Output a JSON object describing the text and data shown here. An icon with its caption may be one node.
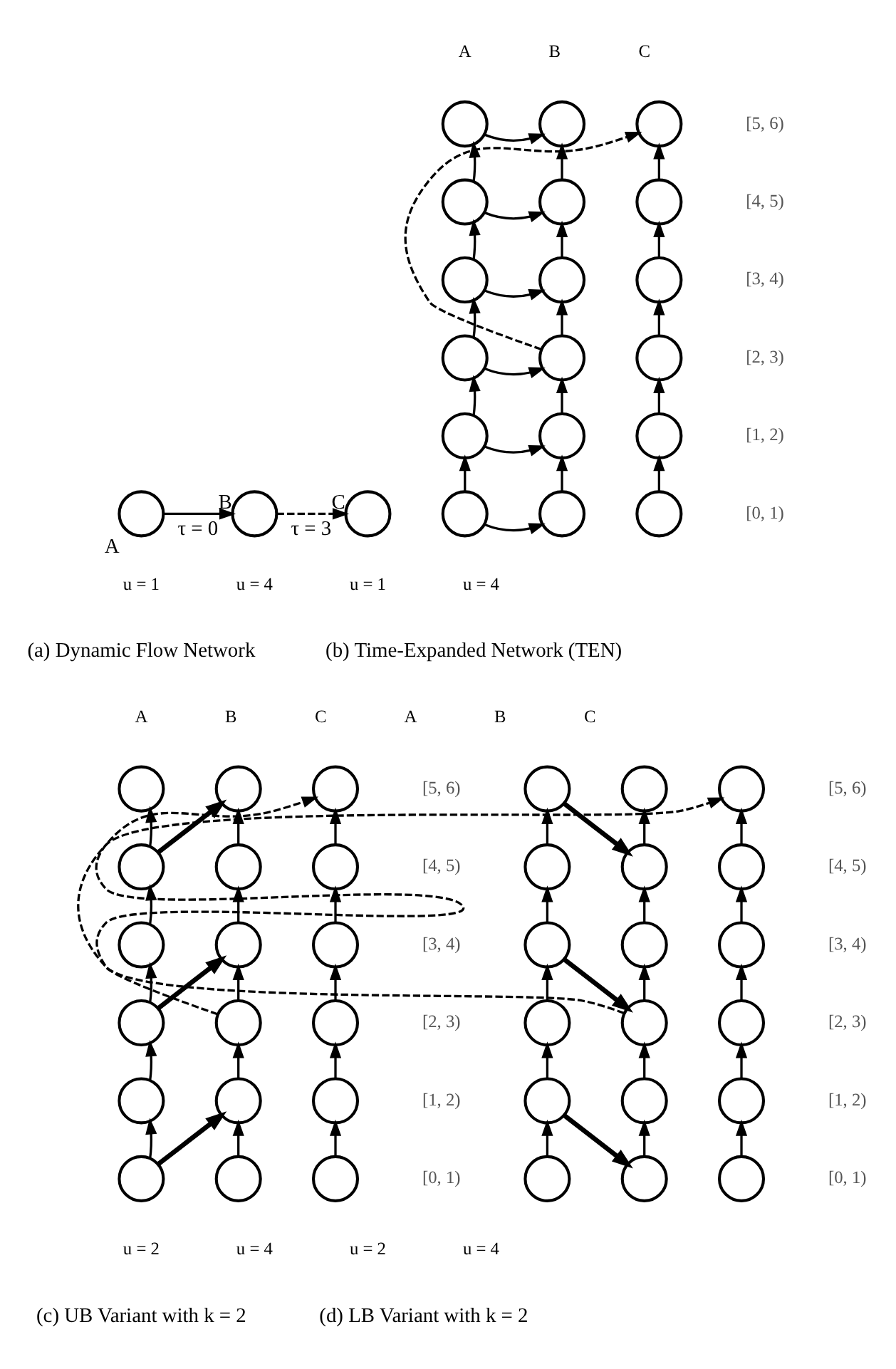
{
  "diagram": {
    "nodes": [
      {
        "text": [
          "A"
        ]
      },
      {
        "text": [
          "B"
        ]
      },
      {
        "text": [
          "C"
        ]
      },
      {
        "text": [],
        "shape": "circle"
      },
      {
        "text": [],
        "shape": "circle"
      },
      {
        "text": [],
        "shape": "circle",
        "beside": [
          "[5, 6)"
        ]
      },
      {
        "text": [],
        "shape": "circle"
      },
      {
        "text": [],
        "shape": "circle"
      },
      {
        "text": [],
        "shape": "circle",
        "beside": [
          "[4, 5)"
        ]
      },
      {
        "text": [],
        "shape": "circle"
      },
      {
        "text": [],
        "shape": "circle"
      },
      {
        "text": [],
        "shape": "circle",
        "beside": [
          "[3, 4)"
        ]
      },
      {
        "text": [],
        "shape": "circle"
      },
      {
        "text": [],
        "shape": "circle"
      },
      {
        "text": [],
        "shape": "circle",
        "beside": [
          "[2, 3)"
        ]
      },
      {
        "text": [],
        "shape": "circle"
      },
      {
        "text": [],
        "shape": "circle"
      },
      {
        "text": [],
        "shape": "circle",
        "beside": [
          "[1, 2)"
        ]
      },
      {
        "text": [],
        "shape": "circle"
      },
      {
        "text": [],
        "shape": "circle"
      },
      {
        "text": [],
        "shape": "circle",
        "beside": [
          "[0, 1)"
        ]
      },
      {
        "text": [],
        "shape": "circle"
      },
      {
        "text": [],
        "shape": "circle"
      },
      {
        "text": [],
        "shape": "circle",
        "beside": [
          "[5, 6)"
        ]
      },
      {
        "text": [],
        "shape": "circle"
      },
      {
        "text": [],
        "shape": "circle"
      },
      {
        "text": [],
        "shape": "circle",
        "beside": [
          "[4, 5)"
        ]
      },
      {
        "text": [],
        "shape": "circle"
      },
      {
        "text": [],
        "shape": "circle"
      },
      {
        "text": [],
        "shape": "circle",
        "beside": [
          "[3, 4)"
        ]
      },
      {
        "text": [],
        "shape": "circle"
      },
      {
        "text": [],
        "shape": "circle"
      },
      {
        "text": [],
        "shape": "circle",
        "beside": [
          "[2, 3)"
        ]
      },
      {
        "text": [],
        "shape": "circle"
      },
      {
        "text": [],
        "shape": "circle"
      },
      {
        "text": [],
        "shape": "circle",
        "beside": [
          "[1, 2)"
        ]
      },
      {
        "text": [],
        "shape": "circle"
      },
      {
        "text": [],
        "shape": "circle"
      },
      {
        "text": [],
        "shape": "circle",
        "beside": [
          "[0, 1)"
        ]
      },
      {
        "text": [],
        "shape": "circle"
      },
      {
        "text": [],
        "shape": "circle"
      },
      {
        "text": [],
        "shape": "circle",
        "beside": [
          "[5, 6)"
        ]
      },
      {
        "text": [],
        "shape": "circle"
      },
      {
        "text": [],
        "shape": "circle"
      },
      {
        "text": [],
        "shape": "circle",
        "beside": [
          "[4, 5)"
        ]
      },
      {
        "text": [],
        "shape": "circle"
      },
      {
        "text": [],
        "shape": "circle"
      },
      {
        "text": [],
        "shape": "circle",
        "beside": [
          "[3, 4)"
        ]
      },
      {
        "text": [],
        "shape": "circle"
      },
      {
        "text": [],
        "shape": "circle"
      },
      {
        "text": [],
        "shape": "circle",
        "beside": [
          "[2, 3)"
        ]
      },
      {
        "text": [],
        "shape": "circle"
      },
      {
        "text": [],
        "shape": "circle"
      },
      {
        "text": [],
        "shape": "circle",
        "beside": [
          "[1, 2)"
        ]
      },
      {
        "text": [],
        "shape": "circle"
      },
      {
        "text": [],
        "shape": "circle"
      },
      {
        "text": [],
        "shape": "circle",
        "beside": [
          "[0, 1)"
        ]
      }
    ],
    "edges": [
      {
        "from": 0,
        "to": 1,
        "arrow": "to",
        "label": "τ = 0"
      },
      {
        "from": 1,
        "to": 2,
        "arrow": "to",
        "label": "τ = 3",
        "style": "dashed"
      },
      {
        "from": 18,
        "to": 15,
        "arrow": "to"
      },
      {
        "from": 15,
        "to": 12,
        "arrow": "to"
      },
      {
        "from": 12,
        "to": 9,
        "arrow": "to"
      },
      {
        "from": 9,
        "to": 6,
        "arrow": "to"
      },
      {
        "from": 6,
        "to": 3,
        "arrow": "to"
      },
      {
        "from": 19,
        "to": 16,
        "arrow": "to"
      },
      {
        "from": 16,
        "to": 13,
        "arrow": "to"
      },
      {
        "from": 13,
        "to": 10,
        "arrow": "to"
      },
      {
        "from": 10,
        "to": 7,
        "arrow": "to"
      },
      {
        "from": 7,
        "to": 4,
        "arrow": "to"
      },
      {
        "from": 20,
        "to": 17,
        "arrow": "to"
      },
      {
        "from": 17,
        "to": 14,
        "arrow": "to"
      },
      {
        "from": 14,
        "to": 11,
        "arrow": "to"
      },
      {
        "from": 11,
        "to": 8,
        "arrow": "to"
      },
      {
        "from": 8,
        "to": 5,
        "arrow": "to"
      },
      {
        "from": 18,
        "to": 19,
        "arrow": "to"
      },
      {
        "from": 15,
        "to": 16,
        "arrow": "to"
      },
      {
        "from": 12,
        "to": 13,
        "arrow": "to"
      },
      {
        "from": 9,
        "to": 10,
        "arrow": "to"
      },
      {
        "from": 6,
        "to": 7,
        "arrow": "to"
      },
      {
        "from": 3,
        "to": 4,
        "arrow": "to"
      },
      {
        "from": 13,
        "to": 5,
        "arrow": "to",
        "style": "dashed"
      },
      {
        "from": 36,
        "to": 33,
        "arrow": "to"
      },
      {
        "from": 33,
        "to": 30,
        "arrow": "to"
      },
      {
        "from": 30,
        "to": 27,
        "arrow": "to"
      },
      {
        "from": 27,
        "to": 24,
        "arrow": "to"
      },
      {
        "from": 24,
        "to": 21,
        "arrow": "to"
      },
      {
        "from": 37,
        "to": 34,
        "arrow": "to"
      },
      {
        "from": 34,
        "to": 31,
        "arrow": "to"
      },
      {
        "from": 31,
        "to": 28,
        "arrow": "to"
      },
      {
        "from": 28,
        "to": 25,
        "arrow": "to"
      },
      {
        "from": 25,
        "to": 22,
        "arrow": "to"
      },
      {
        "from": 38,
        "to": 35,
        "arrow": "to"
      },
      {
        "from": 35,
        "to": 32,
        "arrow": "to"
      },
      {
        "from": 32,
        "to": 29,
        "arrow": "to"
      },
      {
        "from": 29,
        "to": 26,
        "arrow": "to"
      },
      {
        "from": 26,
        "to": 23,
        "arrow": "to"
      },
      {
        "from": 36,
        "to": 34,
        "arrow": "to",
        "style": "thick"
      },
      {
        "from": 30,
        "to": 28,
        "arrow": "to",
        "style": "thick"
      },
      {
        "from": 24,
        "to": 22,
        "arrow": "to",
        "style": "thick"
      },
      {
        "from": 31,
        "to": 23,
        "arrow": "to",
        "style": "dashed"
      },
      {
        "from": 54,
        "to": 51,
        "arrow": "to"
      },
      {
        "from": 51,
        "to": 48,
        "arrow": "to"
      },
      {
        "from": 48,
        "to": 45,
        "arrow": "to"
      },
      {
        "from": 45,
        "to": 42,
        "arrow": "to"
      },
      {
        "from": 42,
        "to": 39,
        "arrow": "to"
      },
      {
        "from": 55,
        "to": 52,
        "arrow": "to"
      },
      {
        "from": 52,
        "to": 49,
        "arrow": "to"
      },
      {
        "from": 49,
        "to": 46,
        "arrow": "to"
      },
      {
        "from": 46,
        "to": 43,
        "arrow": "to"
      },
      {
        "from": 43,
        "to": 40,
        "arrow": "to"
      },
      {
        "from": 56,
        "to": 53,
        "arrow": "to"
      },
      {
        "from": 53,
        "to": 50,
        "arrow": "to"
      },
      {
        "from": 50,
        "to": 47,
        "arrow": "to"
      },
      {
        "from": 47,
        "to": 44,
        "arrow": "to"
      },
      {
        "from": 44,
        "to": 41,
        "arrow": "to"
      },
      {
        "from": 51,
        "to": 55,
        "arrow": "to",
        "style": "thick"
      },
      {
        "from": 45,
        "to": 49,
        "arrow": "to",
        "style": "thick"
      },
      {
        "from": 39,
        "to": 43,
        "arrow": "to",
        "style": "thick"
      },
      {
        "from": 49,
        "to": 41,
        "arrow": "to",
        "style": "dashed"
      }
    ],
    "labels": [
      "A",
      "B",
      "C",
      "u = 1",
      "u = 4",
      "u = 1",
      "u = 4",
      "(a) Dynamic Flow Network",
      "(b) Time-Expanded Network (TEN)",
      "A",
      "B",
      "C",
      "A",
      "B",
      "C",
      "u = 2",
      "u = 4",
      "u = 2",
      "u = 4",
      "(c) UB Variant with k = 2",
      "(d) LB Variant with k = 2"
    ]
  }
}
